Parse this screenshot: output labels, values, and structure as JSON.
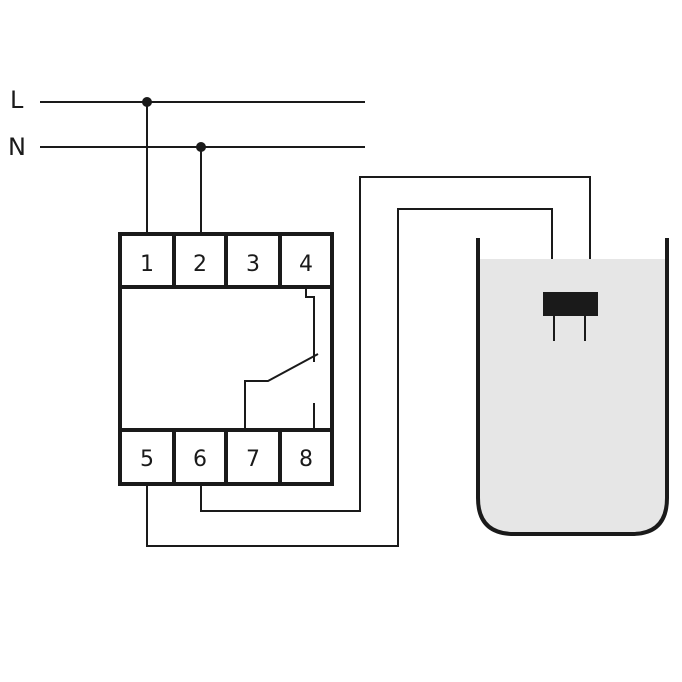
{
  "lines": {
    "line_label": "L",
    "neutral_label": "N"
  },
  "relay": {
    "top_terminals": [
      "1",
      "2",
      "3",
      "4"
    ],
    "bottom_terminals": [
      "5",
      "6",
      "7",
      "8"
    ]
  },
  "colors": {
    "ink": "#1a1a1a",
    "liquid": "#e6e6e6",
    "sensor": "#1a1a1a"
  }
}
